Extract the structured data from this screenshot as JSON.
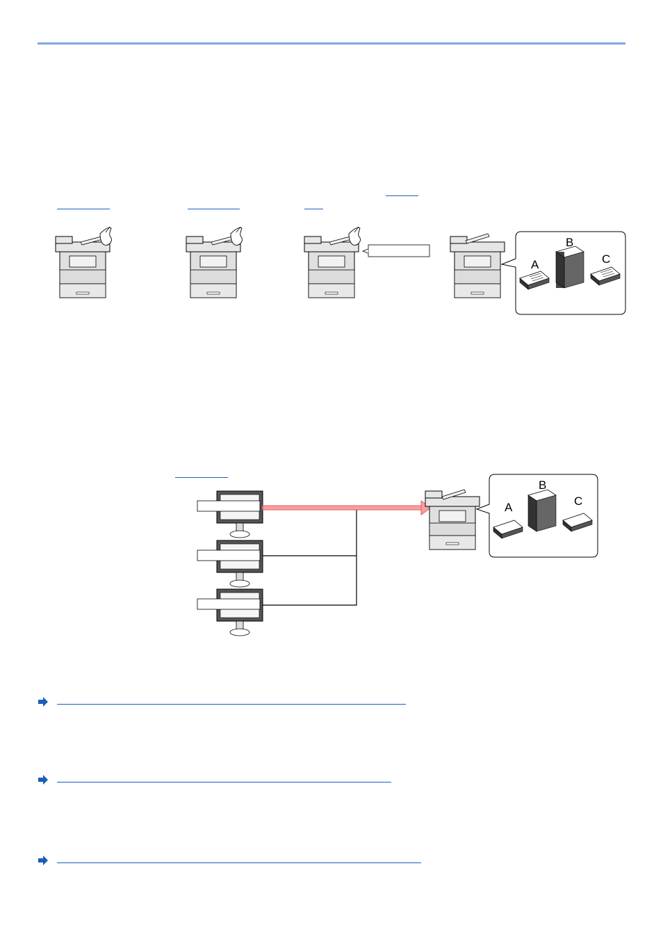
{
  "diagram_1": {
    "stack_labels": [
      "A",
      "B",
      "C"
    ]
  },
  "diagram_2": {
    "stack_labels": [
      "A",
      "B",
      "C"
    ]
  },
  "colors": {
    "rule": "#7fa7e8",
    "link": "#1a5fb4",
    "arrow": "#e85c5c"
  },
  "icons": {
    "reference": "arrow-right-icon"
  }
}
